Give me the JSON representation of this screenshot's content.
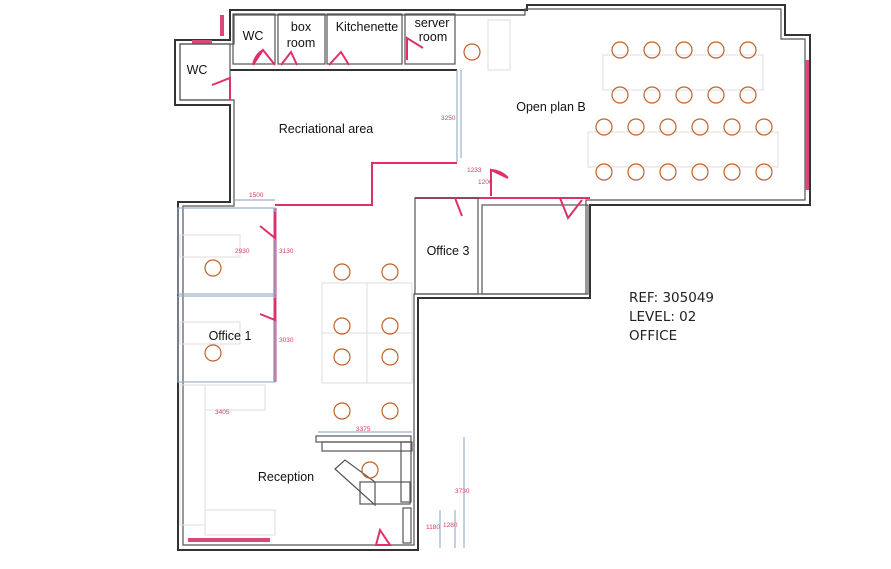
{
  "rooms": {
    "wc_top": "WC",
    "box_room": [
      "box",
      "room"
    ],
    "kitchenette": "Kitchenette",
    "server_room": [
      "server",
      "room"
    ],
    "wc_left": "WC",
    "recreational_area": "Recriational area",
    "open_plan_b": "Open plan B",
    "office_3": "Office 3",
    "office_1": "Office 1",
    "reception": "Reception"
  },
  "dimensions": {
    "d3250": "3250",
    "d1233": "1233",
    "d1200": "1200",
    "d1500": "1500",
    "d2930": "2930",
    "d3130": "3130",
    "d3030": "3030",
    "d3405": "3405",
    "d3375": "3375",
    "d3730": "3730",
    "d1180": "1180",
    "d1280": "1280"
  },
  "info": {
    "ref": "REF: 305049",
    "level": "LEVEL: 02",
    "use": "OFFICE"
  },
  "colors": {
    "wall": "#333333",
    "door": "#e0306a",
    "chair": "#c0602a"
  }
}
